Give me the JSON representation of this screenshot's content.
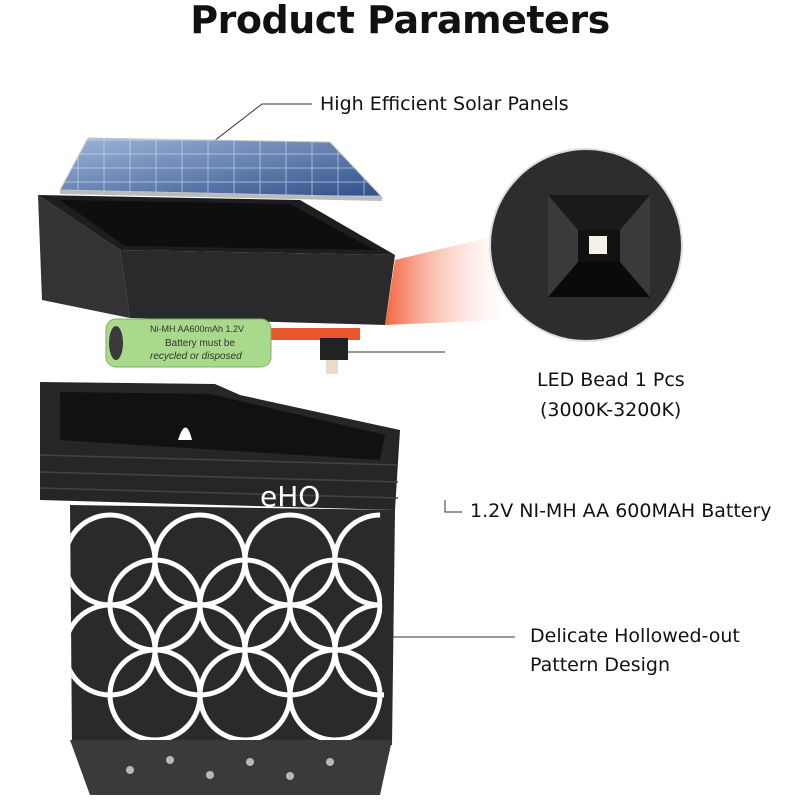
{
  "title": "Product Parameters",
  "callouts": {
    "solar": "High Efficient Solar Panels",
    "led_line1": "LED Bead 1 Pcs",
    "led_line2": "(3000K-3200K)",
    "battery": "1.2V NI-MH AA 600MAH Battery",
    "pattern_line1": "Delicate Hollowed-out",
    "pattern_line2": "Pattern Design"
  },
  "product": {
    "brand": "eHO",
    "battery_print": [
      "Ni-MH AA600mAh 1.2V",
      "Battery must be",
      "recycled or disposed"
    ]
  },
  "colors": {
    "body": "#2b2b2d",
    "battery": "#a9d98a",
    "glow": "#f26a3a"
  }
}
